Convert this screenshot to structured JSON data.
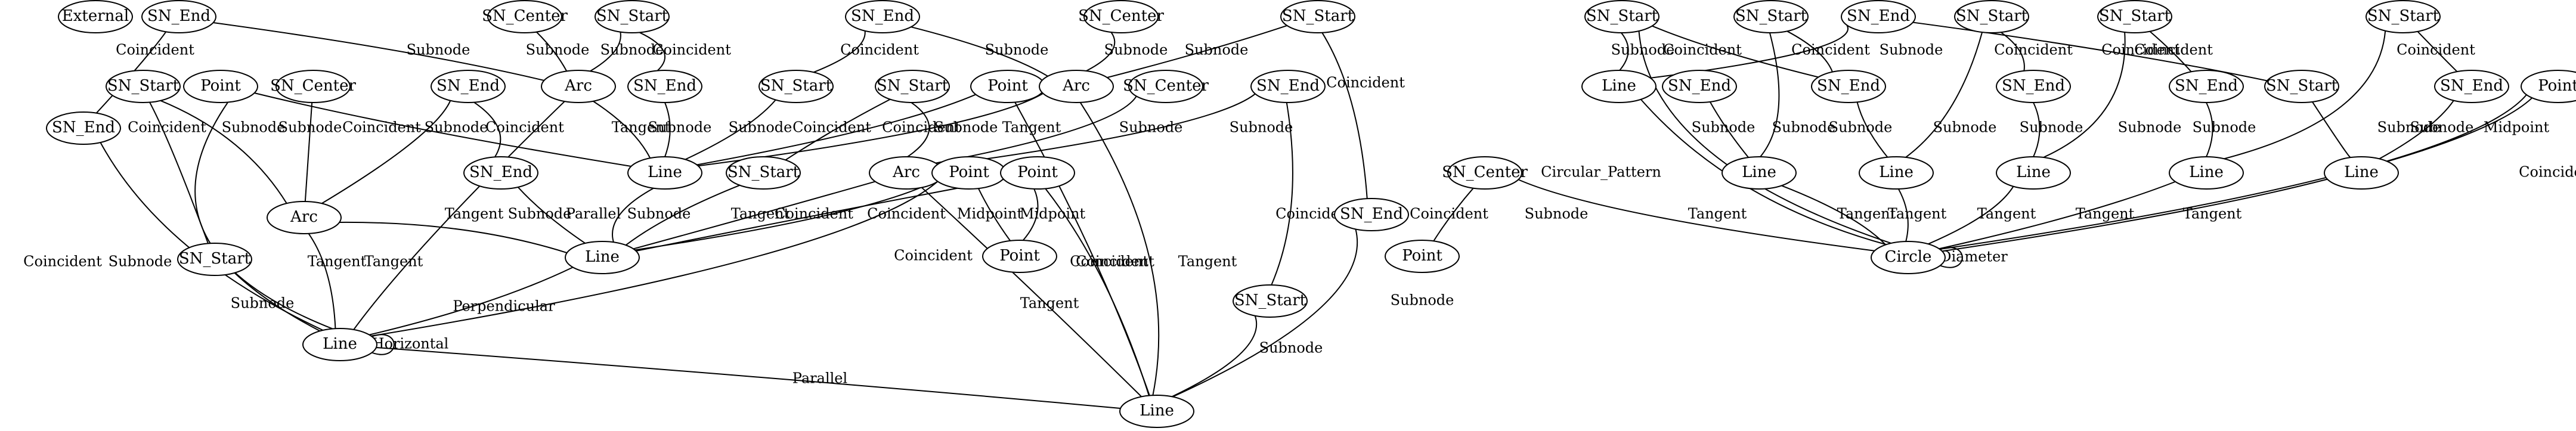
{
  "graph": {
    "nodes": [
      {
        "id": "n0",
        "label": "External"
      },
      {
        "id": "n1",
        "label": "SN_End"
      },
      {
        "id": "n2",
        "label": "SN_Center"
      },
      {
        "id": "n3",
        "label": "SN_Start"
      },
      {
        "id": "n4",
        "label": "Arc"
      },
      {
        "id": "n5",
        "label": "SN_End"
      },
      {
        "id": "n6",
        "label": "SN_Start"
      },
      {
        "id": "n7",
        "label": "Point"
      },
      {
        "id": "n8",
        "label": "SN_Center"
      },
      {
        "id": "n9",
        "label": "SN_End"
      },
      {
        "id": "n10",
        "label": "SN_End"
      },
      {
        "id": "n11",
        "label": "Arc"
      },
      {
        "id": "n12",
        "label": "SN_End"
      },
      {
        "id": "n13",
        "label": "Line"
      },
      {
        "id": "n14",
        "label": "SN_Start"
      },
      {
        "id": "n15",
        "label": "Line"
      },
      {
        "id": "n16",
        "label": "Line"
      },
      {
        "id": "n17",
        "label": "SN_End"
      },
      {
        "id": "n18",
        "label": "SN_Center"
      },
      {
        "id": "n19",
        "label": "SN_Start"
      },
      {
        "id": "n20",
        "label": "SN_Start"
      },
      {
        "id": "n21",
        "label": "SN_Start"
      },
      {
        "id": "n22",
        "label": "Point"
      },
      {
        "id": "n23",
        "label": "Arc"
      },
      {
        "id": "n24",
        "label": "SN_Center"
      },
      {
        "id": "n25",
        "label": "SN_End"
      },
      {
        "id": "n26",
        "label": "SN_Start"
      },
      {
        "id": "n27",
        "label": "Arc"
      },
      {
        "id": "n28",
        "label": "Point"
      },
      {
        "id": "n29",
        "label": "Point"
      },
      {
        "id": "n30",
        "label": "Point"
      },
      {
        "id": "n31",
        "label": "SN_End"
      },
      {
        "id": "n32",
        "label": "SN_Start"
      },
      {
        "id": "n33",
        "label": "Line"
      },
      {
        "id": "n34",
        "label": "SN_Start"
      },
      {
        "id": "n35",
        "label": "SN_Start"
      },
      {
        "id": "n36",
        "label": "SN_End"
      },
      {
        "id": "n37",
        "label": "SN_Start"
      },
      {
        "id": "n38",
        "label": "SN_Start"
      },
      {
        "id": "n39",
        "label": "SN_Start"
      },
      {
        "id": "n40",
        "label": "Line"
      },
      {
        "id": "n41",
        "label": "SN_End"
      },
      {
        "id": "n42",
        "label": "SN_End"
      },
      {
        "id": "n43",
        "label": "SN_End"
      },
      {
        "id": "n44",
        "label": "SN_End"
      },
      {
        "id": "n45",
        "label": "SN_Start"
      },
      {
        "id": "n46",
        "label": "SN_End"
      },
      {
        "id": "n47",
        "label": "Point"
      },
      {
        "id": "n48",
        "label": "Line"
      },
      {
        "id": "n49",
        "label": "Line"
      },
      {
        "id": "n50",
        "label": "Line"
      },
      {
        "id": "n51",
        "label": "Line"
      },
      {
        "id": "n52",
        "label": "Line"
      },
      {
        "id": "n53",
        "label": "SN_Center"
      },
      {
        "id": "n54",
        "label": "Point"
      },
      {
        "id": "n55",
        "label": "Circle"
      }
    ],
    "edges": [
      {
        "from": "n1",
        "to": "n4",
        "label": "Subnode"
      },
      {
        "from": "n1",
        "to": "n12",
        "label": "Coincident"
      },
      {
        "from": "n2",
        "to": "n4",
        "label": "Subnode"
      },
      {
        "from": "n3",
        "to": "n4",
        "label": "Subnode"
      },
      {
        "from": "n3",
        "to": "n5",
        "label": "Coincident"
      },
      {
        "from": "n4",
        "to": "n13",
        "label": "Tangent"
      },
      {
        "from": "n4",
        "to": "n15",
        "label": "Tangent"
      },
      {
        "from": "n5",
        "to": "n13",
        "label": "Subnode"
      },
      {
        "from": "n6",
        "to": "n11",
        "label": "Subnode"
      },
      {
        "from": "n6",
        "to": "n14",
        "label": "Coincident"
      },
      {
        "from": "n7",
        "to": "n13",
        "label": "Coincident"
      },
      {
        "from": "n7",
        "to": "n15",
        "label": "Coincident"
      },
      {
        "from": "n8",
        "to": "n11",
        "label": "Subnode"
      },
      {
        "from": "n9",
        "to": "n11",
        "label": "Subnode"
      },
      {
        "from": "n9",
        "to": "n10",
        "label": "Coincident"
      },
      {
        "from": "n10",
        "to": "n16",
        "label": "Subnode"
      },
      {
        "from": "n11",
        "to": "n15",
        "label": "Tangent"
      },
      {
        "from": "n11",
        "to": "n16",
        "label": "Tangent"
      },
      {
        "from": "n12",
        "to": "n15",
        "label": "Subnode"
      },
      {
        "from": "n13",
        "to": "n16",
        "label": "Parallel"
      },
      {
        "from": "n14",
        "to": "n15",
        "label": "Subnode"
      },
      {
        "from": "n15",
        "to": "n15",
        "label": "Horizontal"
      },
      {
        "from": "n15",
        "to": "n33",
        "label": "Parallel"
      },
      {
        "from": "n16",
        "to": "n15",
        "label": "Perpendicular"
      },
      {
        "from": "n17",
        "to": "n23",
        "label": "Subnode"
      },
      {
        "from": "n17",
        "to": "n20",
        "label": "Coincident"
      },
      {
        "from": "n18",
        "to": "n23",
        "label": "Subnode"
      },
      {
        "from": "n19",
        "to": "n23",
        "label": "Subnode"
      },
      {
        "from": "n19",
        "to": "n31",
        "label": "Coincident"
      },
      {
        "from": "n20",
        "to": "n13",
        "label": "Subnode"
      },
      {
        "from": "n21",
        "to": "n26",
        "label": "Coincident"
      },
      {
        "from": "n21",
        "to": "n27",
        "label": "Subnode"
      },
      {
        "from": "n22",
        "to": "n13",
        "label": "Coincident"
      },
      {
        "from": "n22",
        "to": "n33",
        "label": "Coincident"
      },
      {
        "from": "n23",
        "to": "n13",
        "label": "Tangent"
      },
      {
        "from": "n23",
        "to": "n33",
        "label": "Tangent"
      },
      {
        "from": "n24",
        "to": "n27",
        "label": "Subnode"
      },
      {
        "from": "n25",
        "to": "n27",
        "label": "Subnode"
      },
      {
        "from": "n25",
        "to": "n32",
        "label": "Coincident"
      },
      {
        "from": "n26",
        "to": "n16",
        "label": "Subnode"
      },
      {
        "from": "n27",
        "to": "n16",
        "label": "Tangent"
      },
      {
        "from": "n27",
        "to": "n33",
        "label": "Tangent"
      },
      {
        "from": "n28",
        "to": "n16",
        "label": "Coincident"
      },
      {
        "from": "n28",
        "to": "n15",
        "label": "Coincident"
      },
      {
        "from": "n28",
        "to": "n29",
        "label": "Midpoint"
      },
      {
        "from": "n30",
        "to": "n16",
        "label": "Coincident"
      },
      {
        "from": "n30",
        "to": "n29",
        "label": "Midpoint"
      },
      {
        "from": "n30",
        "to": "n33",
        "label": "Coincident"
      },
      {
        "from": "n31",
        "to": "n33",
        "label": "Subnode"
      },
      {
        "from": "n32",
        "to": "n33",
        "label": "Subnode"
      },
      {
        "from": "n34",
        "to": "n40",
        "label": "Subnode"
      },
      {
        "from": "n34",
        "to": "n55",
        "label": "Circular_Pattern"
      },
      {
        "from": "n34",
        "to": "n42",
        "label": "Coincident"
      },
      {
        "from": "n35",
        "to": "n48",
        "label": "Subnode"
      },
      {
        "from": "n35",
        "to": "n42",
        "label": "Coincident"
      },
      {
        "from": "n36",
        "to": "n40",
        "label": "Subnode"
      },
      {
        "from": "n36",
        "to": "n45",
        "label": "Coincident"
      },
      {
        "from": "n37",
        "to": "n49",
        "label": "Subnode"
      },
      {
        "from": "n37",
        "to": "n43",
        "label": "Coincident"
      },
      {
        "from": "n38",
        "to": "n50",
        "label": "Subnode"
      },
      {
        "from": "n38",
        "to": "n44",
        "label": "Coincident"
      },
      {
        "from": "n39",
        "to": "n51",
        "label": "Subnode"
      },
      {
        "from": "n39",
        "to": "n46",
        "label": "Coincident"
      },
      {
        "from": "n40",
        "to": "n55",
        "label": "Tangent"
      },
      {
        "from": "n41",
        "to": "n48",
        "label": "Subnode"
      },
      {
        "from": "n42",
        "to": "n49",
        "label": "Subnode"
      },
      {
        "from": "n43",
        "to": "n50",
        "label": "Subnode"
      },
      {
        "from": "n44",
        "to": "n51",
        "label": "Subnode"
      },
      {
        "from": "n45",
        "to": "n52",
        "label": "Subnode"
      },
      {
        "from": "n46",
        "to": "n52",
        "label": "Subnode"
      },
      {
        "from": "n47",
        "to": "n52",
        "label": "Midpoint"
      },
      {
        "from": "n47",
        "to": "n55",
        "label": "Coincident"
      },
      {
        "from": "n48",
        "to": "n55",
        "label": "Tangent"
      },
      {
        "from": "n49",
        "to": "n55",
        "label": "Tangent"
      },
      {
        "from": "n50",
        "to": "n55",
        "label": "Tangent"
      },
      {
        "from": "n51",
        "to": "n55",
        "label": "Tangent"
      },
      {
        "from": "n52",
        "to": "n55",
        "label": "Tangent"
      },
      {
        "from": "n53",
        "to": "n54",
        "label": "Coincident"
      },
      {
        "from": "n53",
        "to": "n55",
        "label": "Subnode"
      },
      {
        "from": "n55",
        "to": "n55",
        "label": "Diameter"
      }
    ]
  }
}
